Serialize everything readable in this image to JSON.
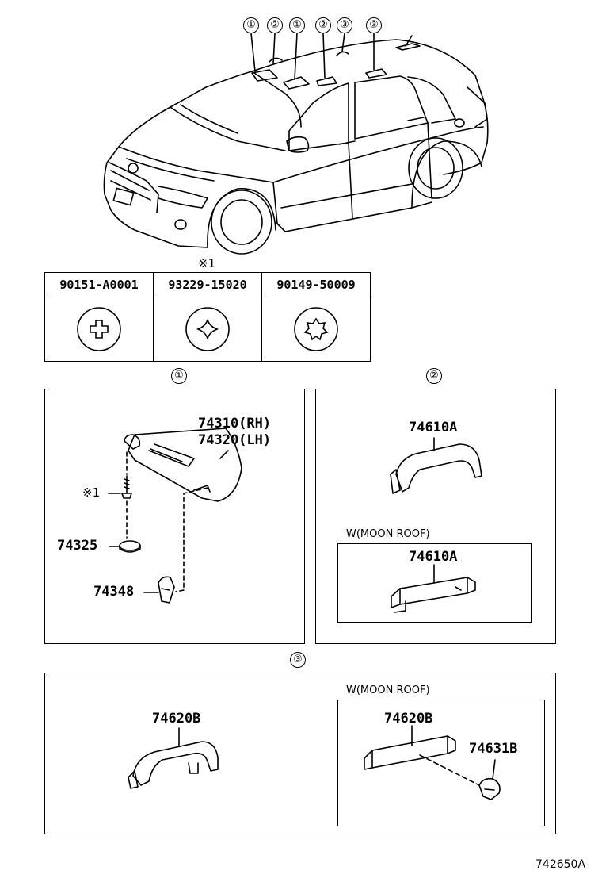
{
  "callout_markers": {
    "car": [
      "①",
      "②",
      "①",
      "②",
      "③",
      "③"
    ],
    "section1": "①",
    "section2": "②",
    "section3": "③"
  },
  "screw_table": {
    "note": "※1",
    "columns": [
      {
        "part": "90151-A0001",
        "icon": "phillips-screw-head-icon"
      },
      {
        "part": "93229-15020",
        "icon": "star-screw-head-icon"
      },
      {
        "part": "90149-50009",
        "icon": "torx-screw-head-icon"
      }
    ]
  },
  "section1": {
    "parts": {
      "visor_rh": "74310(RH)",
      "visor_lh": "74320(LH)",
      "screw_note": "※1",
      "washer": "74325",
      "holder": "74348"
    }
  },
  "section2": {
    "grip": "74610A",
    "moon_roof_label": "W(MOON ROOF)",
    "moon_roof_grip": "74610A"
  },
  "section3": {
    "grip": "74620B",
    "moon_roof_label": "W(MOON ROOF)",
    "moon_roof_grip": "74620B",
    "clip": "74631B"
  },
  "diagram_id": "742650A"
}
